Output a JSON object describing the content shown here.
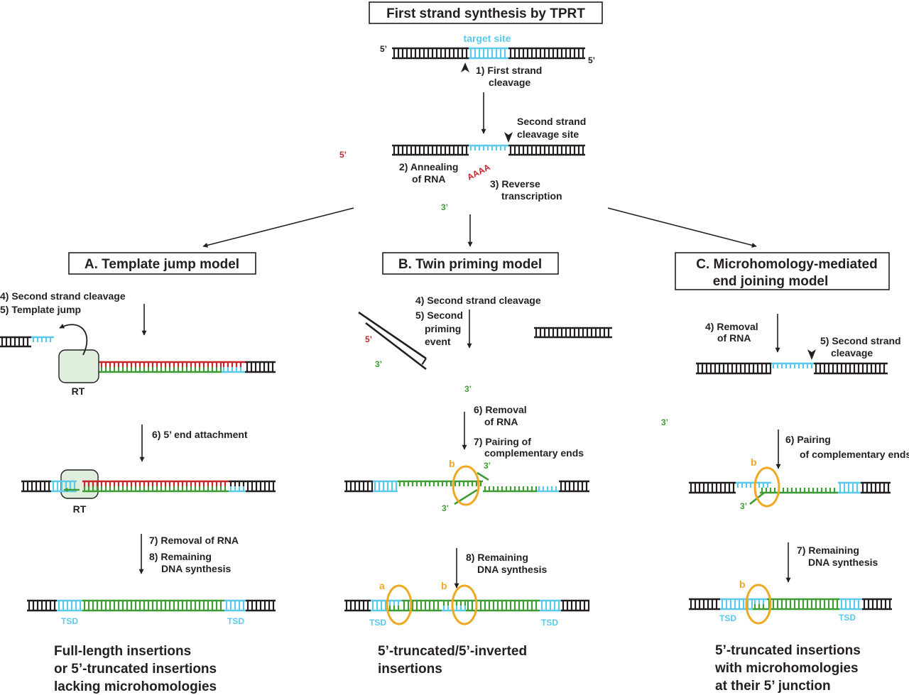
{
  "title": "First strand synthesis by TPRT",
  "top": {
    "target_site": "target site",
    "five_prime": "5’",
    "step1": [
      "1) First strand",
      "cleavage"
    ],
    "second_strand_site": [
      "Second strand",
      "cleavage site"
    ],
    "step2": [
      "2) Annealing",
      "of RNA"
    ],
    "step3": [
      "3) Reverse",
      "transcription"
    ],
    "three_prime": "3’",
    "polyA": "AAAA"
  },
  "model_a": {
    "title": "A. Template jump model",
    "step4": "4) Second strand cleavage",
    "step5": "5) Template jump",
    "rt": "RT",
    "step6": "6) 5’ end attachment",
    "step7": "7) Removal of RNA",
    "step8": [
      "8) Remaining",
      "DNA synthesis"
    ],
    "tsd": "TSD",
    "result": [
      "Full-length insertions",
      "or 5’-truncated insertions",
      "lacking microhomologies"
    ]
  },
  "model_b": {
    "title": "B. Twin priming model",
    "step4": "4) Second strand cleavage",
    "step5": [
      "5) Second",
      "priming",
      "event"
    ],
    "step6": [
      "6) Removal",
      "of RNA"
    ],
    "step7": [
      "7) Pairing of",
      "complementary ends"
    ],
    "step8": [
      "8) Remaining",
      "DNA synthesis"
    ],
    "label_a": "a",
    "label_b": "b",
    "tsd": "TSD",
    "result": [
      "5’-truncated/5’-inverted",
      "insertions"
    ]
  },
  "model_c": {
    "title": [
      "C. Microhomology-mediated",
      "end joining model"
    ],
    "step4": [
      "4) Removal",
      "of RNA"
    ],
    "step5": [
      "5) Second strand",
      "cleavage"
    ],
    "step6": [
      "6) Pairing",
      "of complementary ends"
    ],
    "step7": [
      "7) Remaining",
      "DNA synthesis"
    ],
    "label_b": "b",
    "tsd": "TSD",
    "result": [
      "5’-truncated insertions",
      "with microhomologies",
      "at their 5’ junction"
    ]
  },
  "colors": {
    "dna": "#231f20",
    "target": "#5bc8ec",
    "rna": "#c5262c",
    "cdna": "#3f9c35",
    "microhomology": "#f0a823",
    "rt_fill": "#dfeedd"
  }
}
